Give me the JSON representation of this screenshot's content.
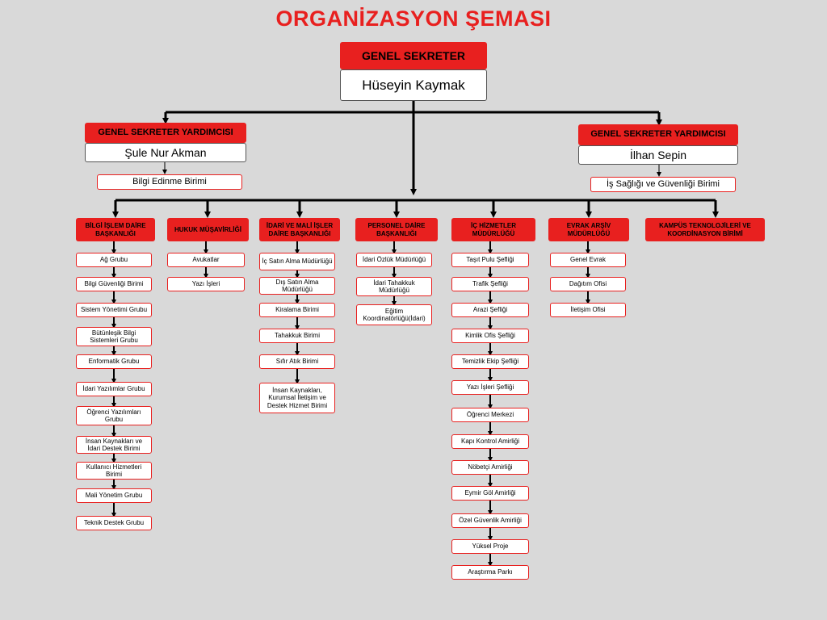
{
  "title": "ORGANİZASYON ŞEMASI",
  "colors": {
    "accent": "#e8201f",
    "background": "#d9d9d9",
    "line": "#000000"
  },
  "top": {
    "role": "GENEL SEKRETER",
    "name": "Hüseyin Kaymak"
  },
  "deputies": [
    {
      "role": "GENEL SEKRETER YARDIMCISI",
      "name": "Şule Nur Akman",
      "unit": "Bilgi Edinme Birimi"
    },
    {
      "role": "GENEL SEKRETER YARDIMCISI",
      "name": "İlhan Sepin",
      "unit": "İş Sağlığı ve Güvenliği Birimi"
    }
  ],
  "departments": [
    {
      "title": "BİLGİ İŞLEM DAİRE BAŞKANLIĞI",
      "units": [
        "Ağ Grubu",
        "Bilgi Güvenliği Birimi",
        "Sistem Yönetimi Grubu",
        "Bütünleşik Bilgi Sistemleri Grubu",
        "Enformatik Grubu",
        "İdari Yazılımlar Grubu",
        "Öğrenci Yazılımları Grubu",
        "İnsan Kaynakları ve İdari Destek Birimi",
        "Kullanıcı Hizmetleri Birimi",
        "Mali Yönetim Grubu",
        "Teknik Destek Grubu"
      ]
    },
    {
      "title": "HUKUK   MÜŞAVİRLİĞİ",
      "units": [
        "Avukatlar",
        "Yazı İşleri"
      ]
    },
    {
      "title": "İDARİ VE MALİ İŞLER DAİRE BAŞKANLIĞI",
      "units": [
        "İç Satın Alma Müdürlüğü",
        "Dış Satın Alma Müdürlüğü",
        "Kiralama Birimi",
        "Tahakkuk Birimi",
        "Sıfır Atık Birimi",
        "İnsan Kaynakları, Kurumsal İletişim ve Destek Hizmet Birimi"
      ]
    },
    {
      "title": "PERSONEL DAİRE BAŞKANLIĞI",
      "units": [
        "İdari Özlük Müdürlüğü",
        "İdari Tahakkuk Müdürlüğü",
        "Eğitim Koordinatörlüğü(İdari)"
      ]
    },
    {
      "title": "İÇ HİZMETLER MÜDÜRLÜĞÜ",
      "units": [
        "Taşıt Pulu Şefliği",
        "Trafik Şefliği",
        "Arazi Şefliği",
        "Kimlik Ofis Şefliği",
        "Temizlik Ekip Şefliği",
        "Yazı İşleri Şefliği",
        "Öğrenci Merkezi",
        "Kapı Kontrol Amirliği",
        "Nöbetçi Amirliği",
        "Eymir Göl Amirliği",
        "Özel Güvenlik Amirliği",
        "Yüksel Proje",
        "Araştırma Parkı"
      ]
    },
    {
      "title": "EVRAK ARŞİV MÜDÜRLÜĞÜ",
      "units": [
        "Genel Evrak",
        "Dağıtım Ofisi",
        "İletişim Ofisi"
      ]
    },
    {
      "title": "KAMPÜS TEKNOLOJİLERİ VE KOORDİNASYON BİRİMİ",
      "units": []
    }
  ]
}
